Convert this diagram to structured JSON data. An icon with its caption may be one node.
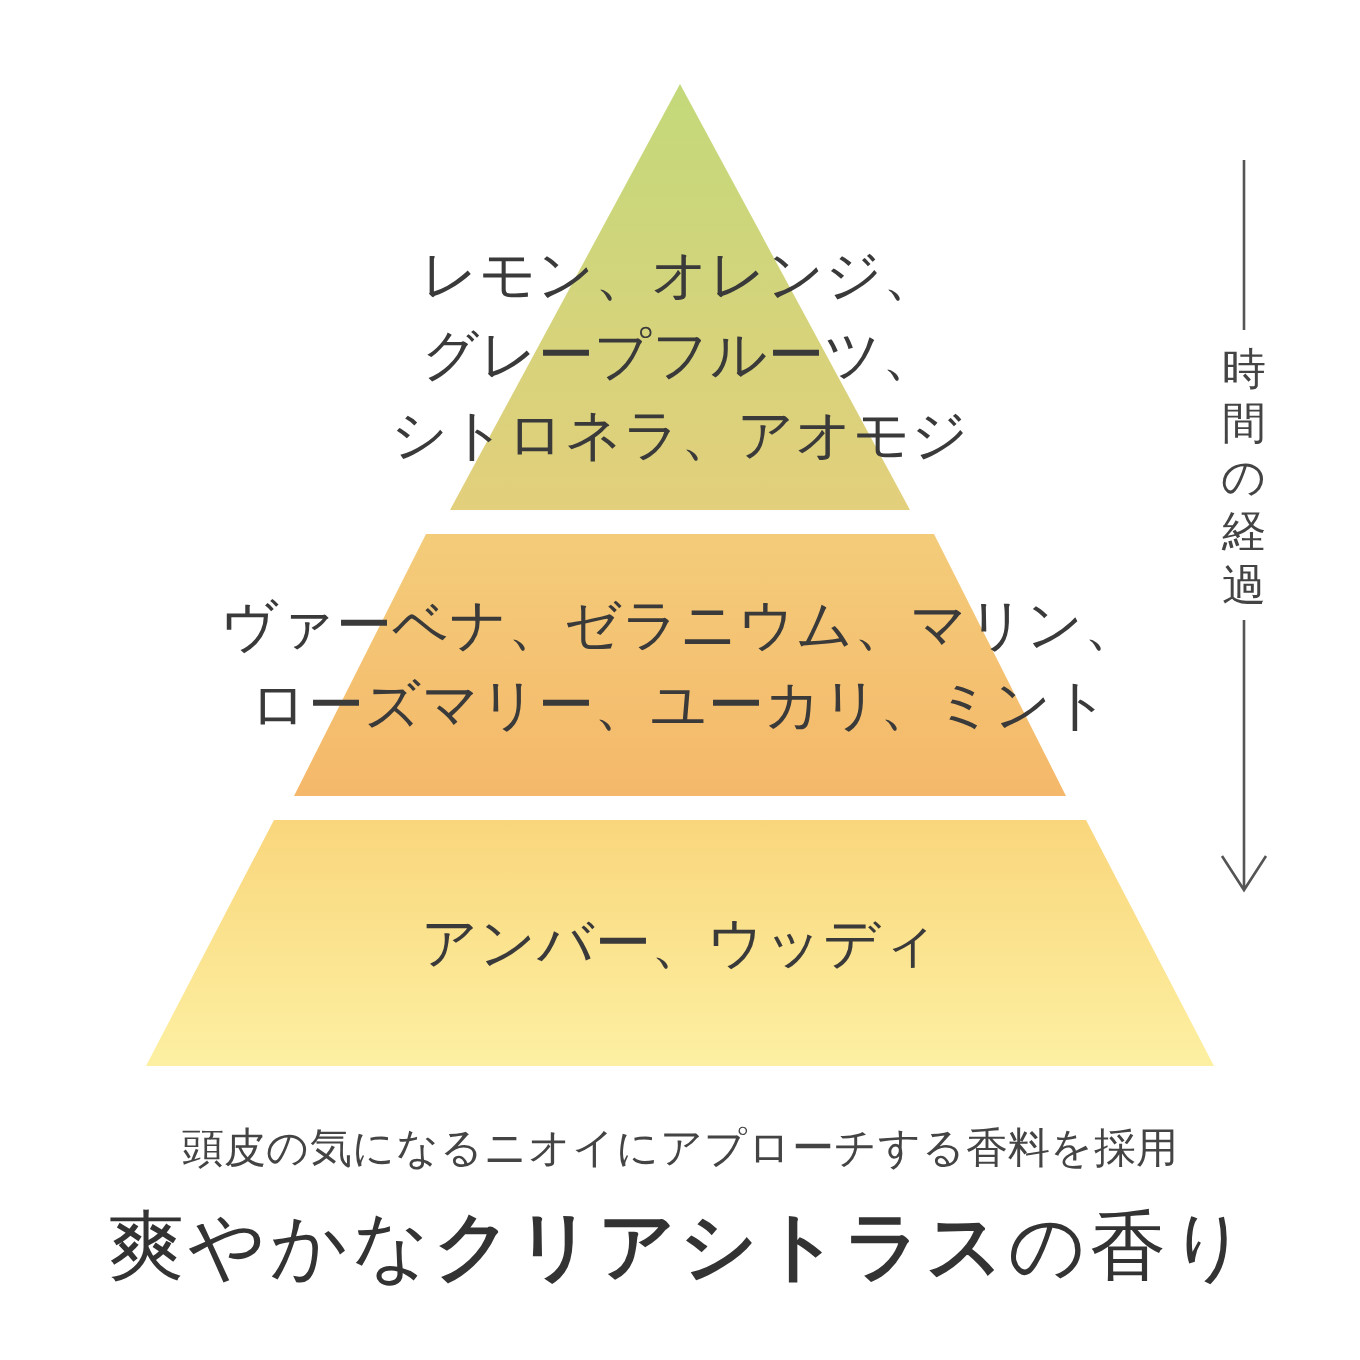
{
  "diagram": {
    "title": "爽やかな**クリアシトラス**の香り",
    "caption": "頭皮の気になるニオイにアプローチする香料を採用",
    "nodes": [
      {
        "text": [
          "レモン、オレンジ、グレープフルーツ、シトロネラ、アオモジ"
        ]
      },
      {
        "text": [
          "ヴァーベナ、ゼラニウム、マリン、ローズマリー、ユーカリ、ミント"
        ]
      },
      {
        "text": [
          "アンバー、ウッディ"
        ]
      }
    ],
    "labels": [
      "時間の経過"
    ]
  }
}
